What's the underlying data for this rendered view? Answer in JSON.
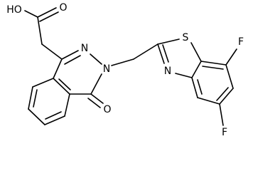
{
  "molecule": {
    "atoms": {
      "hydroxyl": "HO",
      "carboxyl_oxygen": "O",
      "nitrogen_ring_1": "N",
      "nitrogen_ring_2": "N",
      "ketone_oxygen": "O",
      "thiazole_sulfur": "S",
      "thiazole_nitrogen": "N",
      "fluorine_top": "F",
      "fluorine_bottom": "F"
    }
  },
  "colors": {
    "bond": "#000000",
    "label": "#000000",
    "background": "#ffffff"
  }
}
